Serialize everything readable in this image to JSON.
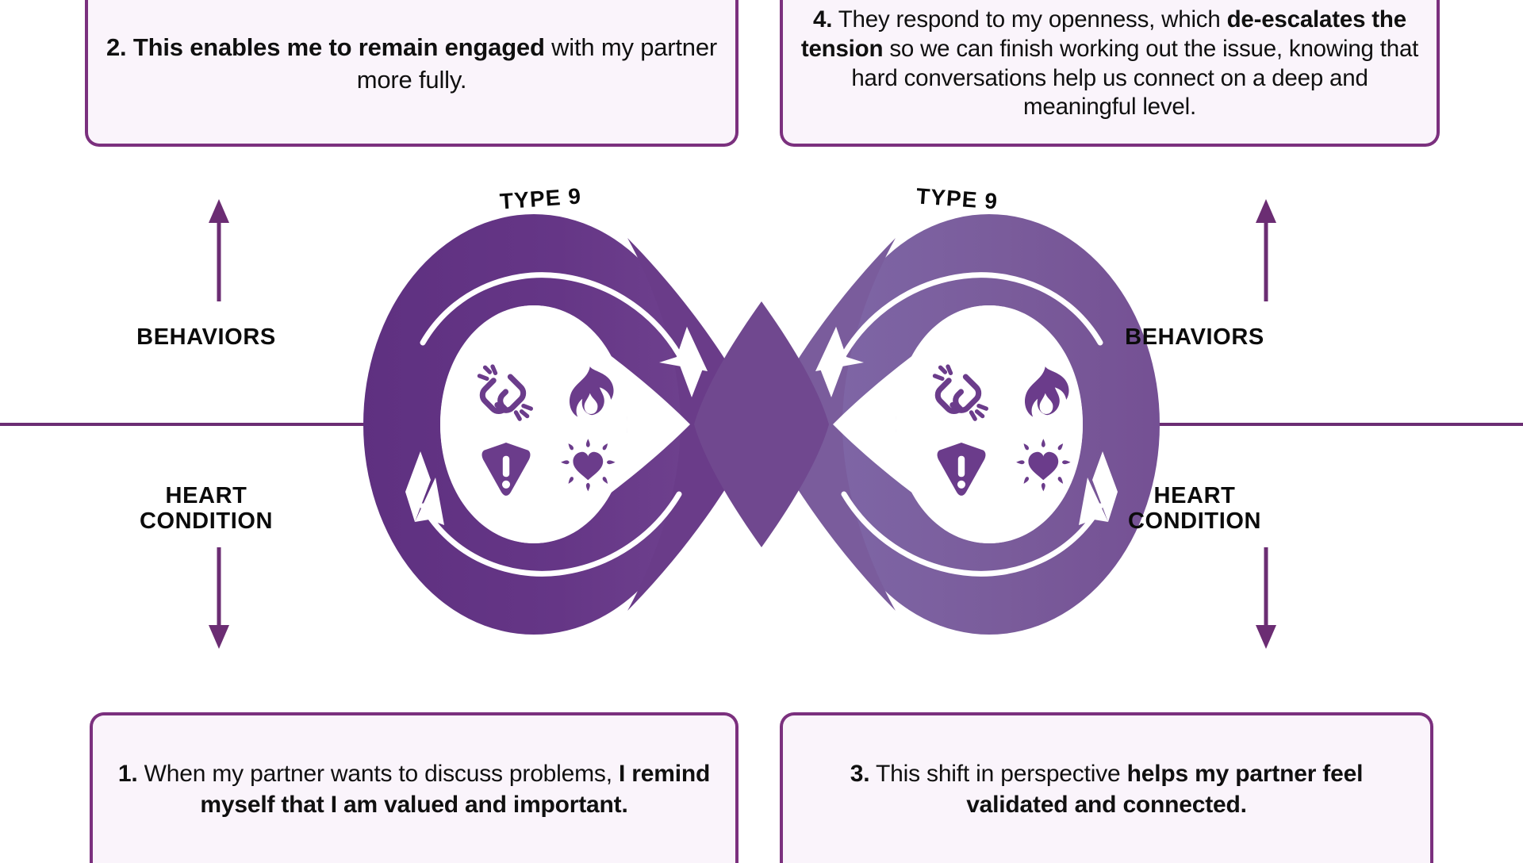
{
  "diagram": {
    "title": "Type 9 Infinity Loop — Behaviors and Heart Condition cycle",
    "colors": {
      "loop_left_dark": "#5E3080",
      "loop_left_mid": "#6B3C86",
      "loop_right_light": "#8066A5",
      "loop_right_mid": "#7B5C9B",
      "box_border": "#7B307E",
      "box_fill": "#FAF4FB",
      "divider_line": "#6B2D73",
      "arrow_stroke": "#6B2D73",
      "inner_arrow": "#FFFFFF",
      "icon_purple": "#6B3C8B",
      "text_black": "#101010"
    }
  },
  "callouts": {
    "top_left": {
      "number": "2.",
      "bold_lead": "This enables me to remain engaged",
      "rest": " with my partner more fully."
    },
    "top_right": {
      "number": "4.",
      "part1": " They respond to my openness, which ",
      "bold1": "de-escalates the tension",
      "part2": " so we can finish working out the issue, knowing that hard conversations help us connect on a deep and meaningful level."
    },
    "bottom_left": {
      "number": "1.",
      "part1": " When my partner wants to discuss problems, ",
      "bold1": "I remind myself that I am valued and important."
    },
    "bottom_right": {
      "number": "3.",
      "part1": " This shift in perspective ",
      "bold1": "helps my partner feel validated and connected."
    }
  },
  "labels": {
    "type_left": "TYPE 9",
    "type_right": "TYPE 9",
    "behaviors_left": "BEHAVIORS",
    "behaviors_right": "BEHAVIORS",
    "heart_condition_left": "HEART\nCONDITION",
    "heart_condition_right": "HEART\nCONDITION"
  },
  "icons": {
    "loop_left": [
      "broken-link-icon",
      "flame-icon",
      "warning-triangle-icon",
      "radiating-heart-icon"
    ],
    "loop_right": [
      "broken-link-icon",
      "flame-icon",
      "warning-triangle-icon",
      "radiating-heart-icon"
    ]
  }
}
